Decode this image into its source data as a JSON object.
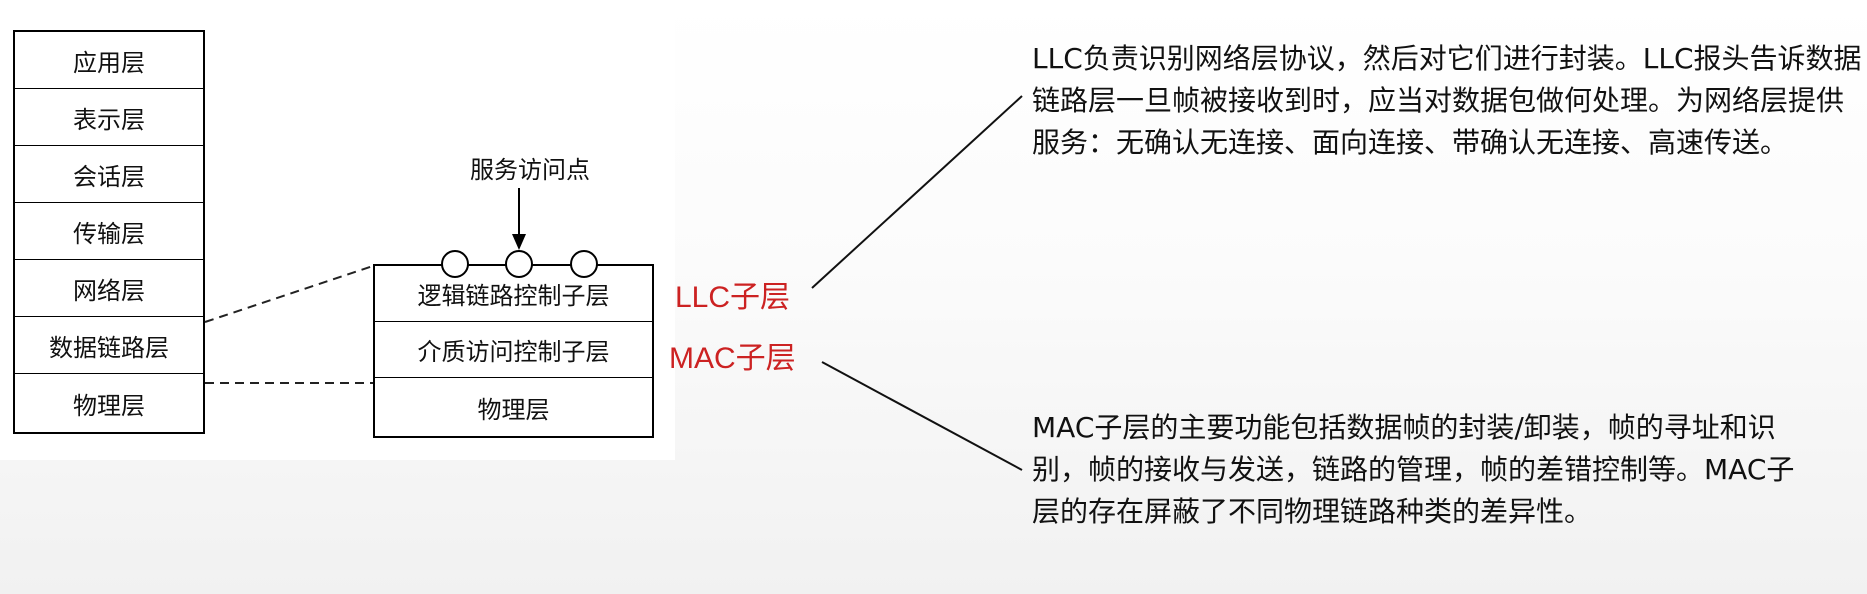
{
  "osi_layers": [
    "应用层",
    "表示层",
    "会话层",
    "传输层",
    "网络层",
    "数据链路层",
    "物理层"
  ],
  "sublayers": [
    "逻辑链路控制子层",
    "介质访问控制子层",
    "物理层"
  ],
  "sap_label": "服务访问点",
  "llc_label": "LLC子层",
  "mac_label": "MAC子层",
  "llc_description": "LLC负责识别网络层协议，然后对它们进行封装。LLC报头告诉数据链路层一旦帧被接收到时，应当对数据包做何处理。为网络层提供服务：无确认无连接、面向连接、带确认无连接、高速传送。",
  "mac_description": "MAC子层的主要功能包括数据帧的封装/卸装，帧的寻址和识别，帧的接收与发送，链路的管理，帧的差错控制等。MAC子层的存在屏蔽了不同物理链路种类的差异性。",
  "colors": {
    "sublayer_label": "#cc2222",
    "line": "#000000"
  }
}
